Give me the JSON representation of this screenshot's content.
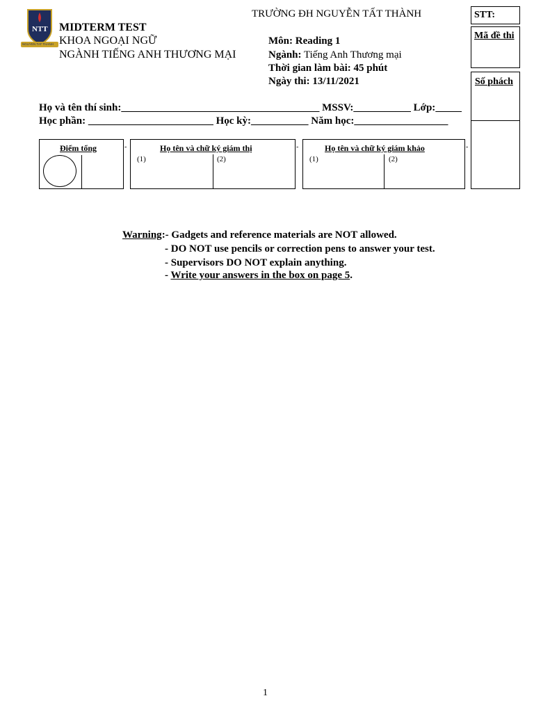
{
  "header": {
    "logo_text": "NTT",
    "logo_caption": "NGUYEN TAT THANH",
    "university": "TRƯỜNG ĐH NGUYỄN TẤT THÀNH",
    "test_title": "MIDTERM TEST",
    "faculty": "KHOA NGOẠI NGỮ",
    "department": "NGÀNH TIẾNG ANH THƯƠNG MẠI",
    "subject_label": "Môn:",
    "subject_value": "Reading 1",
    "major_label": "Ngành:",
    "major_value": "Tiếng Anh Thương mại",
    "time_label": "Thời gian làm bài:",
    "time_value": "45 phút",
    "date_label": "Ngày thi:",
    "date_value": "13/11/2021"
  },
  "side_boxes": {
    "stt": "STT:",
    "ma_de_thi": "Mã đề thi",
    "so_phach": "Số phách"
  },
  "student_info": {
    "name_label": "Họ và tên thí sinh:",
    "name_line": "______________________________________",
    "mssv_label": "MSSV:",
    "mssv_line": "___________",
    "lop_label": "Lớp:",
    "lop_line": "_____",
    "course_label": "Học phần:",
    "course_line": "________________________",
    "semester_label": "Học kỳ:",
    "semester_line": "___________",
    "year_label": "Năm học:",
    "year_line": "__________________"
  },
  "grading": {
    "total_label": "Điểm tổng",
    "supervisor_label": "Họ tên và chữ ký giám thị",
    "examiner_label": "Họ tên và chữ ký giám khảo",
    "slot1": "(1)",
    "slot2": "(2)"
  },
  "warning": {
    "label": "Warning",
    "line1": ":- Gadgets and reference materials are NOT allowed.",
    "line2": "- DO NOT use pencils or correction pens to answer your test.",
    "line3": "- Supervisors DO NOT explain anything.",
    "line4_prefix": "- ",
    "line4_underlined": "Write your answers in the box on page 5",
    "line4_suffix": "."
  },
  "footer": {
    "page_number": "1"
  }
}
